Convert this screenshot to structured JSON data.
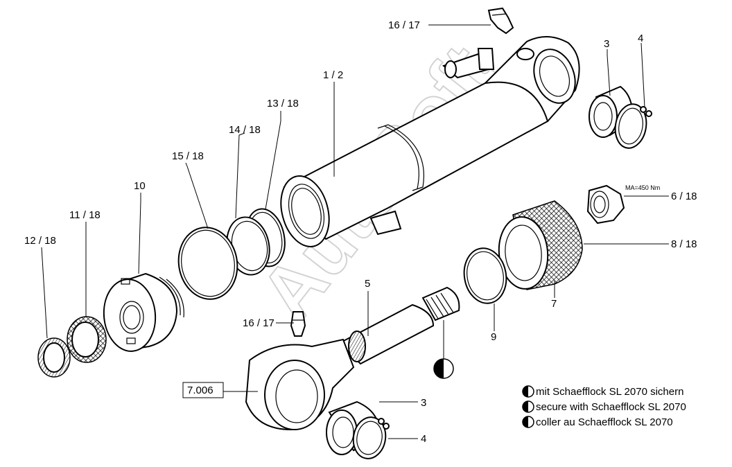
{
  "diagram": {
    "watermark": "AutoSoft",
    "callouts": {
      "c16_17_top": "16 / 17",
      "c1_2": "1 / 2",
      "c13_18": "13 / 18",
      "c14_18": "14 / 18",
      "c15_18": "15 / 18",
      "c10": "10",
      "c11_18": "11 / 18",
      "c12_18": "12 / 18",
      "c3_top": "3",
      "c4_top": "4",
      "c6_18": "6 / 18",
      "torque": "MA=450 Nm",
      "c8_18": "8 / 18",
      "c7": "7",
      "c9": "9",
      "c5": "5",
      "c16_17_mid": "16 / 17",
      "c7_006": "7.006",
      "c3_bottom": "3",
      "c4_bottom": "4"
    },
    "legend": [
      {
        "icon": "half-filled-circle-icon",
        "text": "mit Schaefflock SL 2070 sichern"
      },
      {
        "icon": "half-filled-circle-icon",
        "text": "secure with Schaefflock SL 2070"
      },
      {
        "icon": "half-filled-circle-icon",
        "text": "coller au Schaefflock SL 2070"
      }
    ]
  }
}
